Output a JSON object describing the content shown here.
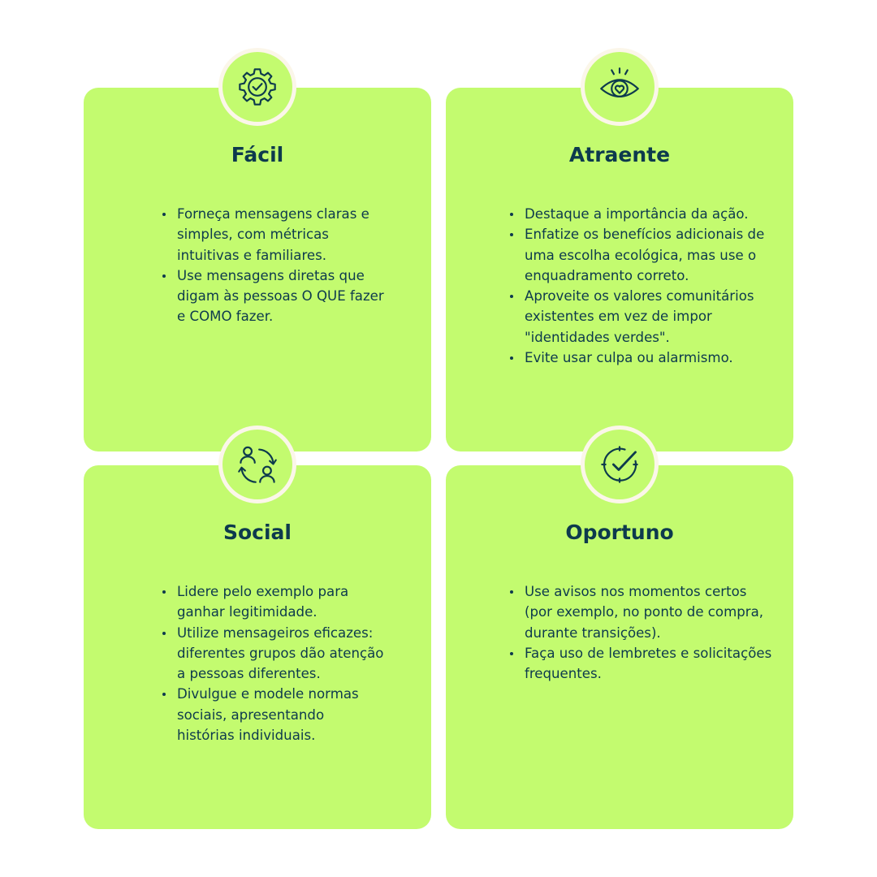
{
  "colors": {
    "card_background": "#c3fb6f",
    "badge_ring": "#fbf6e9",
    "text": "#0d3a4d",
    "page_background": "#ffffff"
  },
  "cards": [
    {
      "title": "Fácil",
      "icon": "gear-check-icon",
      "bullets": [
        "Forneça mensagens claras e simples, com métricas intuitivas e familiares.",
        "Use mensagens diretas que digam às pessoas O QUE fazer e COMO fazer."
      ]
    },
    {
      "title": "Atraente",
      "icon": "eye-heart-icon",
      "bullets": [
        "Destaque a importância da ação.",
        "Enfatize os benefícios adicionais de uma escolha ecológica, mas use o enquadramento correto.",
        "Aproveite os valores comunitários existentes em vez de impor \"identidades verdes\".",
        "Evite usar culpa ou alarmismo."
      ]
    },
    {
      "title": "Social",
      "icon": "people-exchange-icon",
      "bullets": [
        "Lidere pelo exemplo para ganhar legitimidade.",
        "Utilize mensageiros eficazes: diferentes grupos dão atenção a pessoas diferentes.",
        "Divulgue e modele normas sociais, apresentando histórias individuais."
      ]
    },
    {
      "title": "Oportuno",
      "icon": "clock-check-icon",
      "bullets": [
        "Use avisos nos momentos certos (por exemplo, no ponto de compra, durante transições).",
        "Faça uso de lembretes e solicitações frequentes."
      ]
    }
  ]
}
